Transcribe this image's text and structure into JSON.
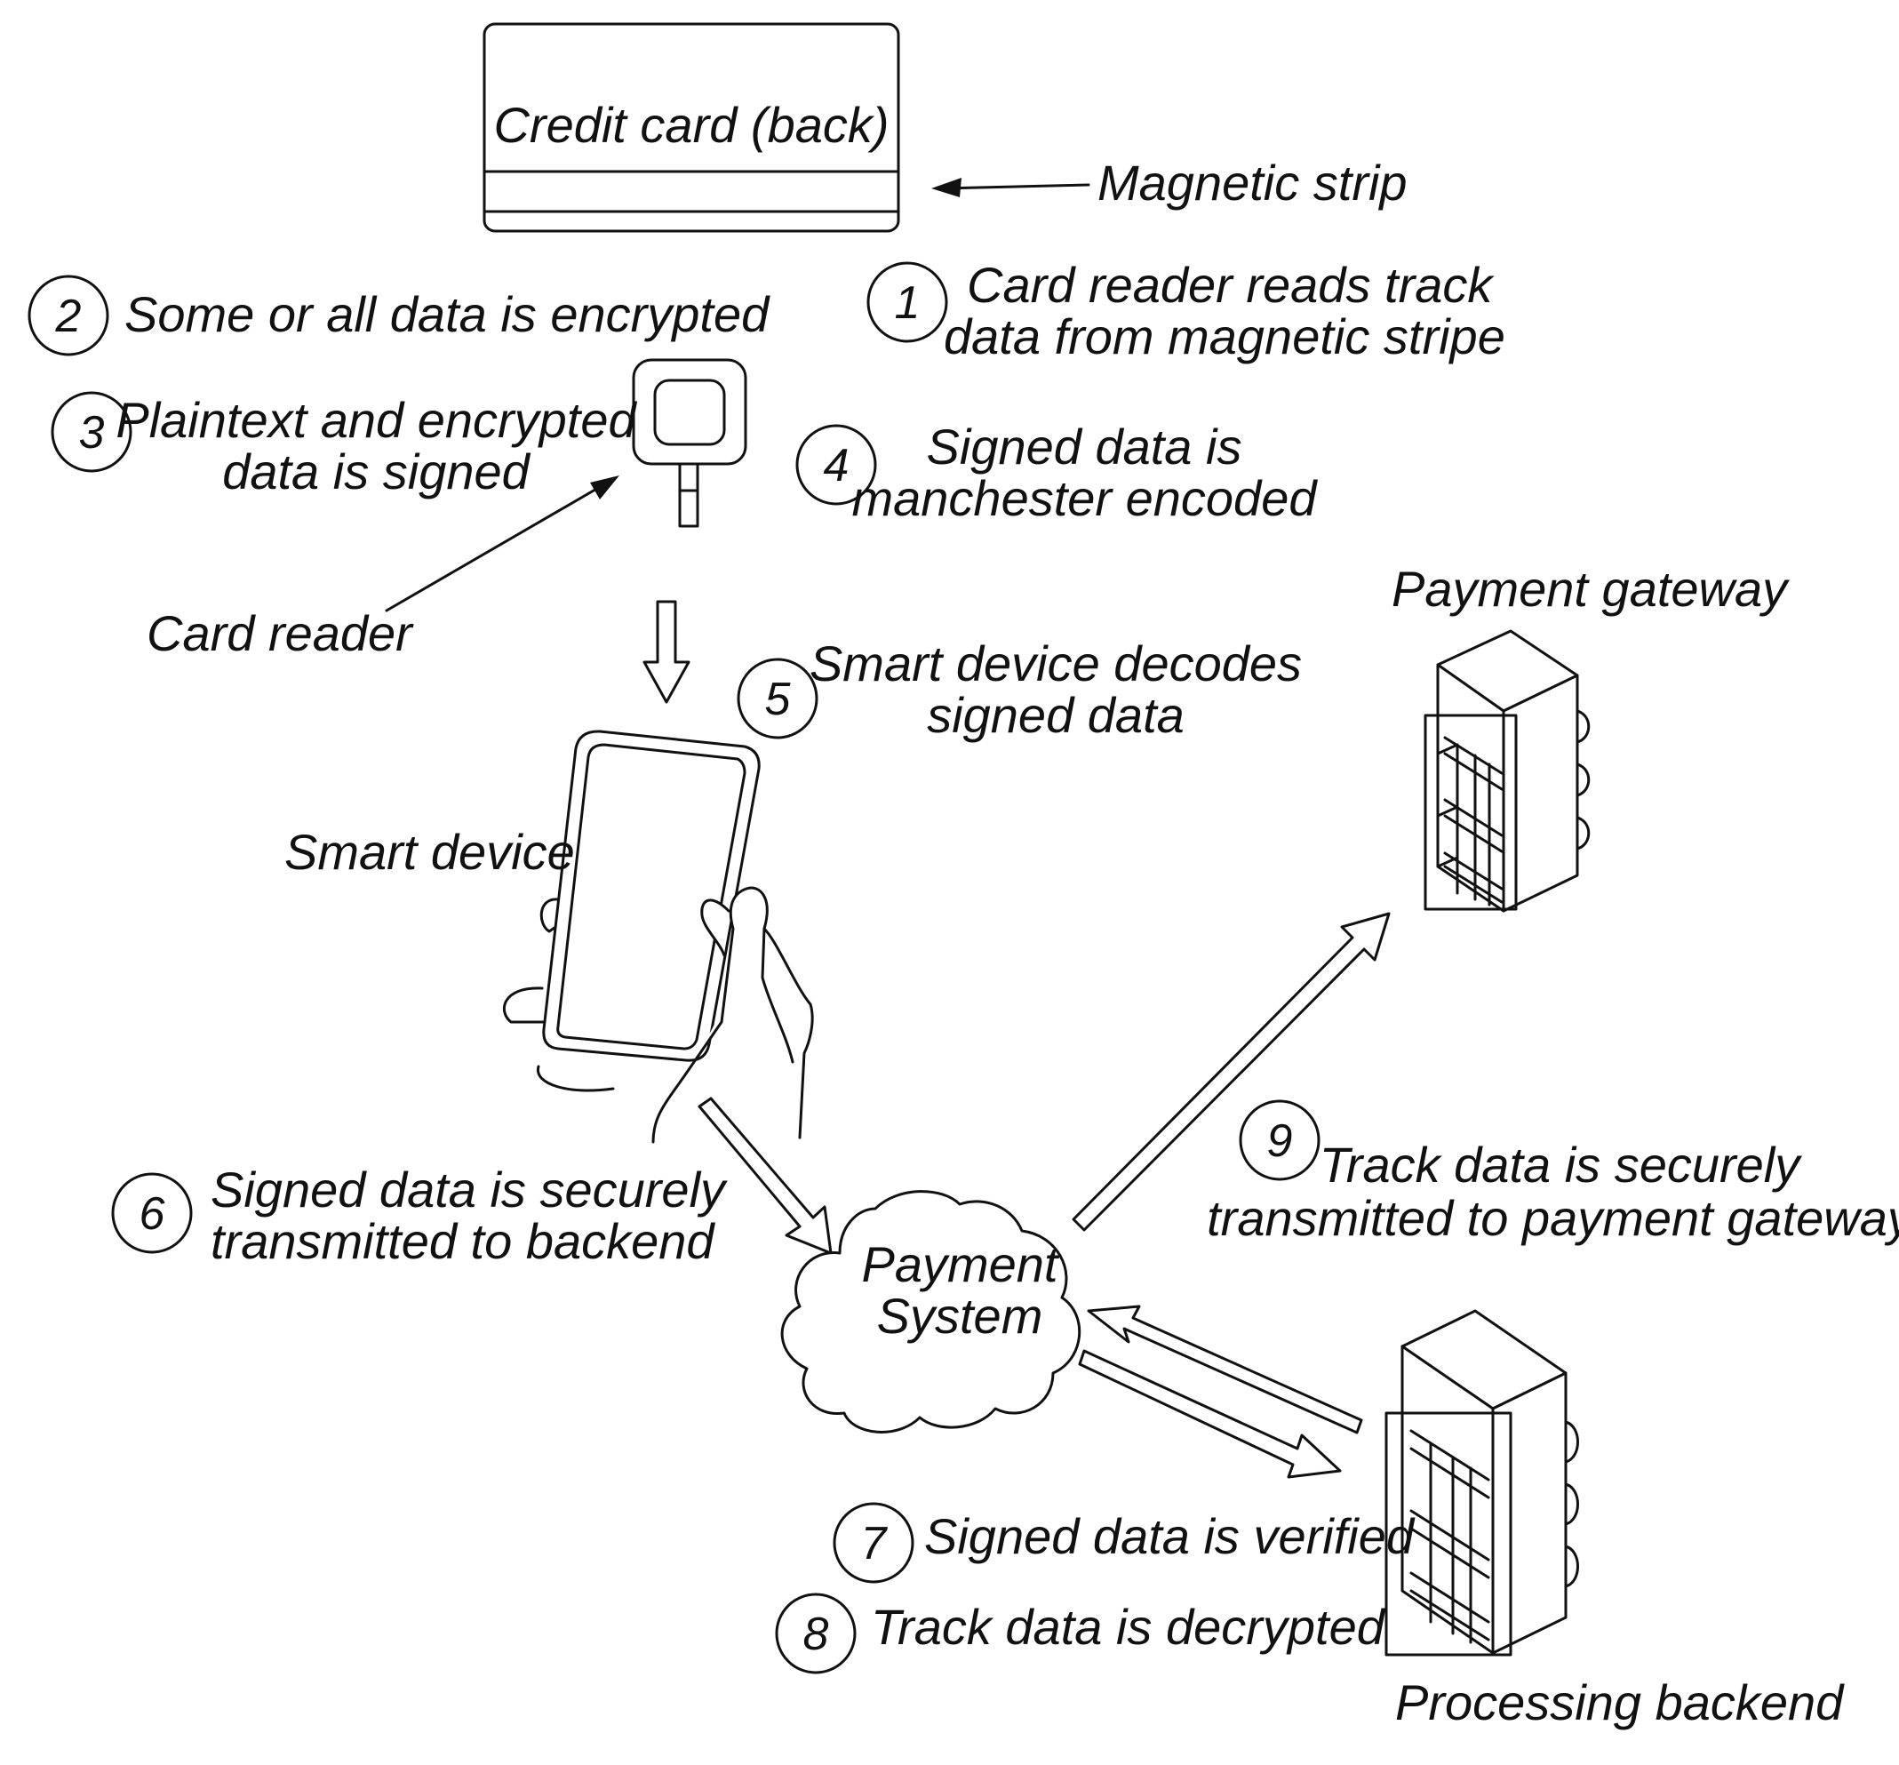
{
  "credit_card": {
    "label": "Credit card (back)"
  },
  "magnetic_strip": {
    "label": "Magnetic strip"
  },
  "card_reader": {
    "label": "Card reader"
  },
  "smart_device": {
    "label": "Smart device"
  },
  "payment_gateway": {
    "label": "Payment gateway"
  },
  "processing_backend": {
    "label": "Processing backend"
  },
  "payment_system": {
    "line1": "Payment",
    "line2": "System"
  },
  "steps": [
    {
      "number": "1",
      "lines": [
        "Card reader reads track",
        "data from magnetic stripe"
      ]
    },
    {
      "number": "2",
      "lines": [
        "Some or all data is encrypted"
      ]
    },
    {
      "number": "3",
      "lines": [
        "Plaintext and encrypted",
        "data is signed"
      ]
    },
    {
      "number": "4",
      "lines": [
        "Signed data is",
        "manchester encoded"
      ]
    },
    {
      "number": "5",
      "lines": [
        "Smart device decodes",
        "signed data"
      ]
    },
    {
      "number": "6",
      "lines": [
        "Signed data is securely",
        "transmitted to backend"
      ]
    },
    {
      "number": "7",
      "lines": [
        "Signed data is verified"
      ]
    },
    {
      "number": "8",
      "lines": [
        "Track data is decrypted"
      ]
    },
    {
      "number": "9",
      "lines": [
        "Track data is securely",
        "transmitted to payment gateway"
      ]
    }
  ]
}
